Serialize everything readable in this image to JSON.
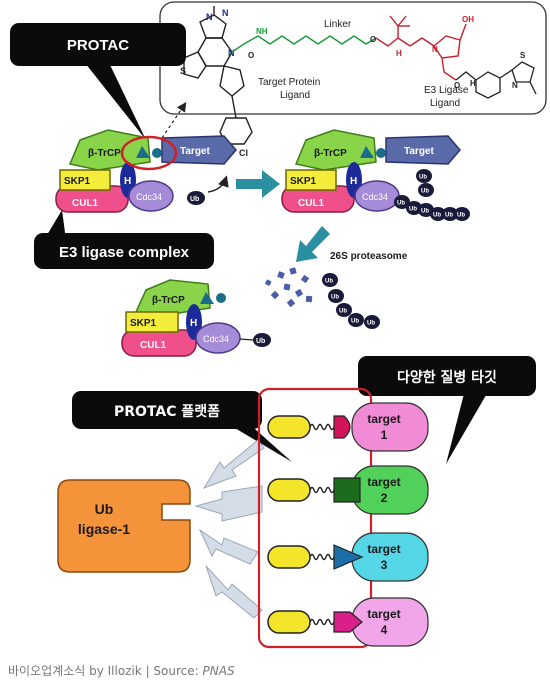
{
  "callouts": {
    "protac": "PROTAC",
    "e3_complex": "E3 ligase complex",
    "protac_platform": "PROTAC 플랫폼",
    "diverse_targets": "다양한 질병 타깃"
  },
  "molecule": {
    "linker": "Linker",
    "target_ligand": [
      "Target Protein",
      "Ligand"
    ],
    "e3_ligand": [
      "E3 Ligase",
      "Ligand"
    ],
    "atoms": {
      "n": "N",
      "nh": "NH",
      "h": "H",
      "o": "O",
      "oh": "OH",
      "s": "S",
      "cl": "Cl"
    }
  },
  "complex": {
    "btrcp": "β-TrCP",
    "skp1": "SKP1",
    "cul1": "CUL1",
    "h": "H",
    "cdc34": "Cdc34",
    "target": "Target",
    "ub": "Ub"
  },
  "proteasome": "26S proteasome",
  "platform": {
    "ligase": [
      "Ub",
      "ligase-1"
    ],
    "targets": [
      {
        "line1": "target",
        "line2": "1",
        "color": "#f28bd6",
        "warhead": "#d4145a"
      },
      {
        "line1": "target",
        "line2": "2",
        "color": "#52d15a",
        "warhead": "#1d6b1d"
      },
      {
        "line1": "target",
        "line2": "3",
        "color": "#55d6e6",
        "warhead": "#1b6fa8"
      },
      {
        "line1": "target",
        "line2": "4",
        "color": "#f2a6ea",
        "warhead": "#d81f8a"
      }
    ]
  },
  "caption": {
    "prefix": "바이오업계소식 by Illozik | Source: ",
    "source": "PNAS"
  }
}
